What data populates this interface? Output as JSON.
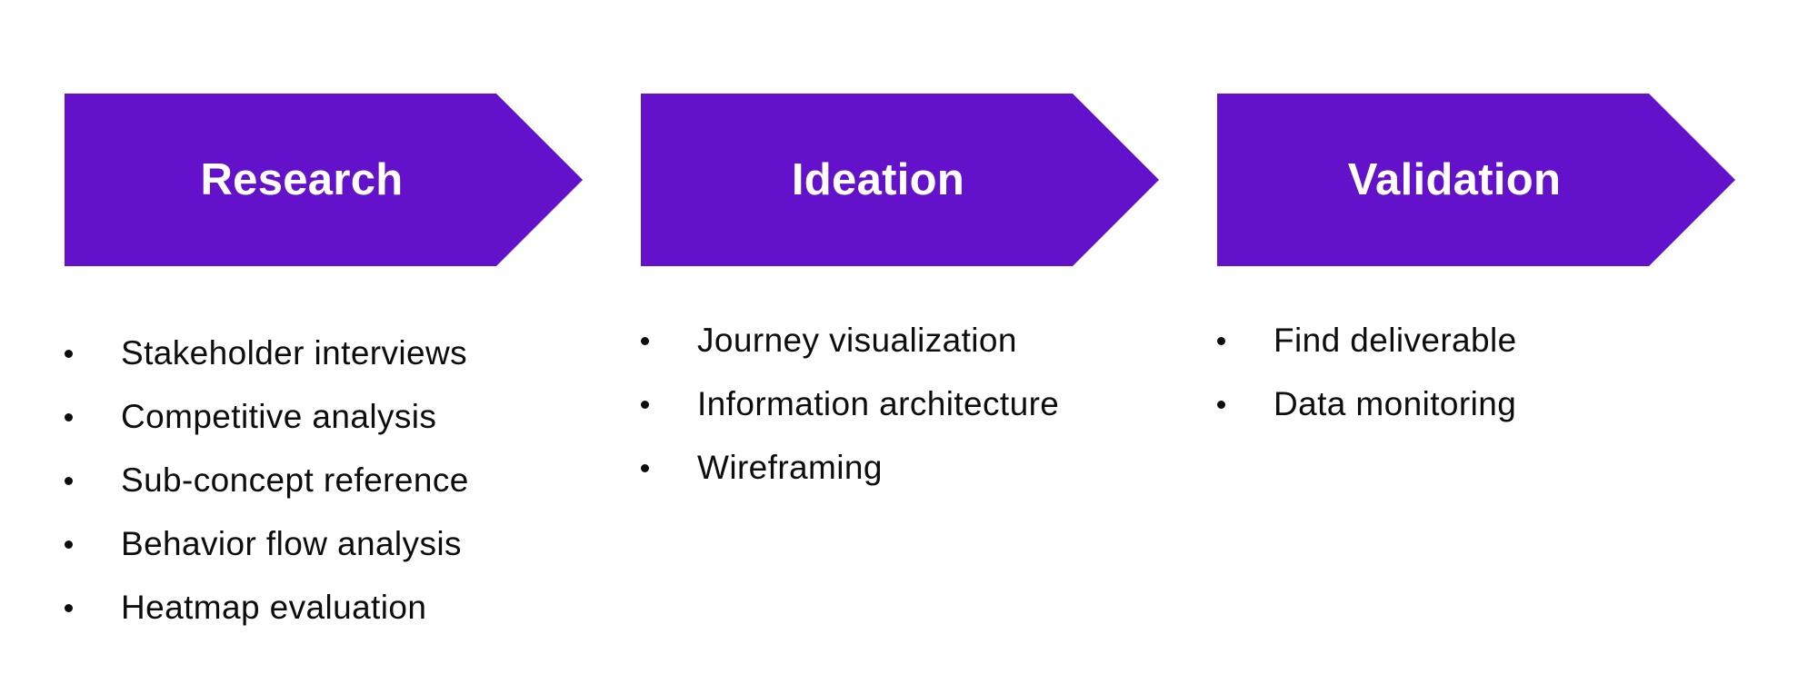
{
  "colors": {
    "arrow_fill": "#6311CB",
    "arrow_text": "#FFFFFF",
    "body_text": "#0D0D0D",
    "background": "#FFFFFF"
  },
  "stages": [
    {
      "title": "Research",
      "items": [
        "Stakeholder interviews",
        "Competitive analysis",
        "Sub-concept reference",
        "Behavior flow analysis",
        "Heatmap evaluation"
      ]
    },
    {
      "title": "Ideation",
      "items": [
        "Journey visualization",
        "Information architecture",
        "Wireframing"
      ]
    },
    {
      "title": "Validation",
      "items": [
        "Find deliverable",
        "Data monitoring"
      ]
    }
  ]
}
